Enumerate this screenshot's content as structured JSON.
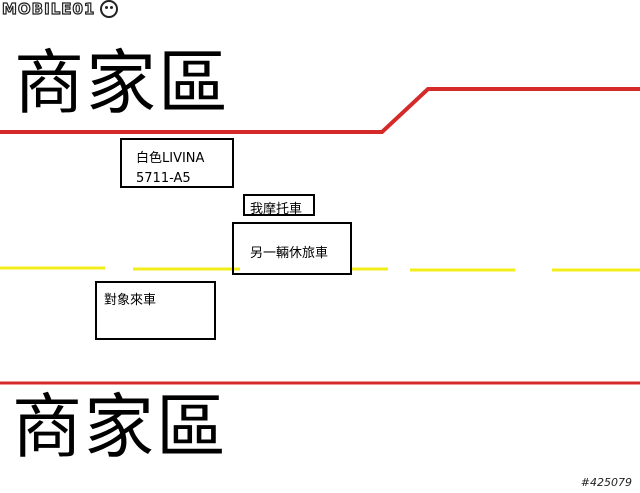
{
  "logo": {
    "text": "MOBILE01"
  },
  "zones": {
    "top": "商家區",
    "bottom": "商家區"
  },
  "vehicles": {
    "livina": {
      "line1": "白色LIVINA",
      "line2": "5711-A5"
    },
    "my_motorcycle": {
      "label": "我摩托車"
    },
    "other_van": {
      "label": "另一輛休旅車"
    },
    "target_car": {
      "label": "對象來車"
    }
  },
  "colors": {
    "curb": "#d42a2a",
    "center_line": "#f2ee1a",
    "outline": "#000000"
  },
  "watermark": "#425079"
}
